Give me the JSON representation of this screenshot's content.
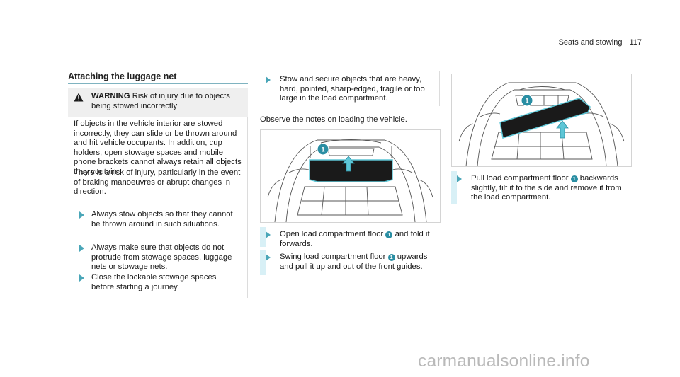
{
  "header": {
    "section": "Seats and stowing",
    "page": "117"
  },
  "left": {
    "title": "Attaching the luggage net",
    "warning": {
      "label": "WARNING",
      "text": " Risk of injury due to objects being stowed incorrectly"
    },
    "paragraphs": [
      "If objects in the vehicle interior are stowed incorrectly, they can slide or be thrown around and hit vehicle occupants. In addition, cup holders, open stowage spaces and mobile phone brackets cannot always retain all objects they contain.",
      "There is a risk of injury, particularly in the event of braking manoeuvres or abrupt changes in direction."
    ],
    "bullets": [
      "Always stow objects so that they cannot be thrown around in such situations.",
      "Always make sure that objects do not protrude from stowage spaces, luggage nets or stowage nets.",
      "Close the lockable stowage spaces before starting a journey."
    ]
  },
  "middle": {
    "bullet_top": "Stow and secure objects that are heavy, hard, pointed, sharp-edged, fragile or too large in the load compartment.",
    "observe": "Observe the notes on loading the vehicle.",
    "callout": "1",
    "step1": {
      "before": "Open load compartment floor ",
      "after": " and fold it forwards."
    },
    "step2": {
      "before": "Swing load compartment floor ",
      "after": " upwards and pull it up and out of the front guides."
    }
  },
  "right": {
    "callout": "1",
    "step": {
      "before": "Pull load compartment floor ",
      "after": " backwards slightly, tilt it to the side and remove it from the load compartment."
    }
  },
  "watermark": "carmanualsonline.info",
  "colors": {
    "accent": "#2a8ea3",
    "rule": "#7fb3c0",
    "warning_bg": "#efefef"
  }
}
